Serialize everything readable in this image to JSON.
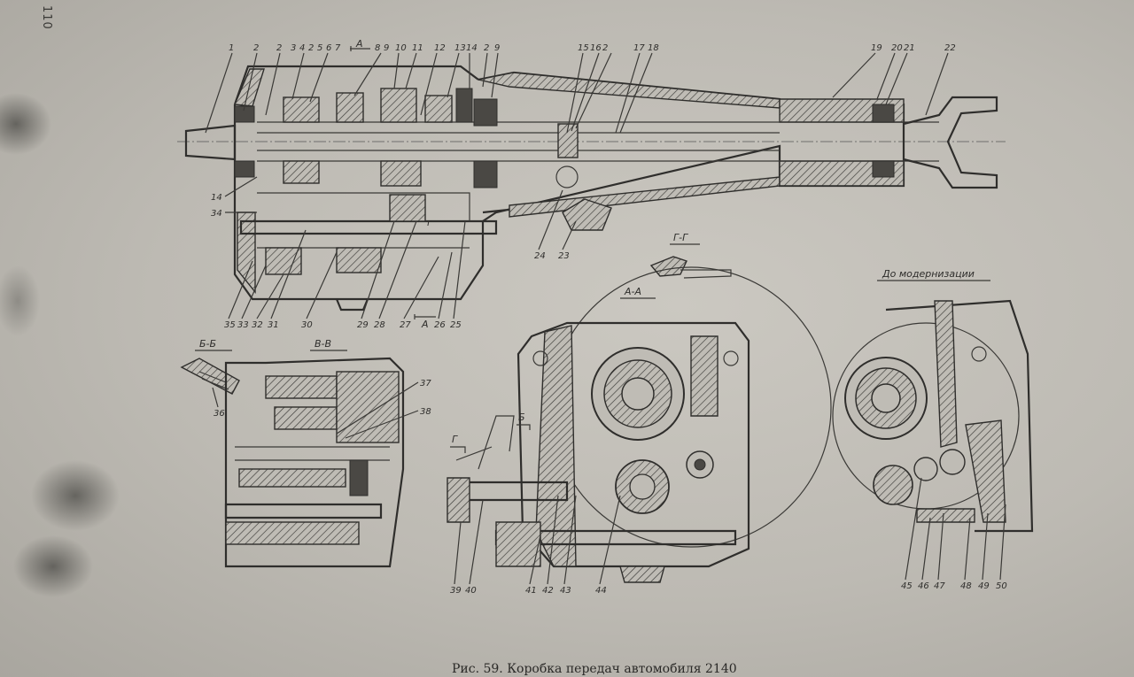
{
  "page_number": "110",
  "caption": "Рис. 59. Коробка передач автомобиля 2140",
  "section_labels": {
    "a_a_top": "А",
    "a_a_bottom": "А",
    "g_g": "Г-Г",
    "a_a": "А-А",
    "b_b": "Б-Б",
    "v_v": "В-В",
    "before_modernization": "До модернизации",
    "g_marker": "Г",
    "b_marker": "Б",
    "r_marker": "г"
  },
  "callouts_top": [
    "1",
    "2",
    "2",
    "3",
    "4",
    "2",
    "5",
    "6",
    "7",
    "8",
    "9",
    "10",
    "11",
    "12",
    "13",
    "14",
    "2",
    "9",
    "15",
    "16",
    "2",
    "17",
    "18",
    "19",
    "20",
    "21",
    "22"
  ],
  "callouts_left": [
    "14",
    "34"
  ],
  "callouts_bottom_main": [
    "35",
    "33",
    "32",
    "31",
    "30",
    "29",
    "28",
    "27",
    "26",
    "25",
    "24",
    "23"
  ],
  "callouts_sections": [
    "36",
    "37",
    "38",
    "39",
    "40",
    "41",
    "42",
    "43",
    "44",
    "45",
    "46",
    "47",
    "48",
    "49",
    "50"
  ]
}
